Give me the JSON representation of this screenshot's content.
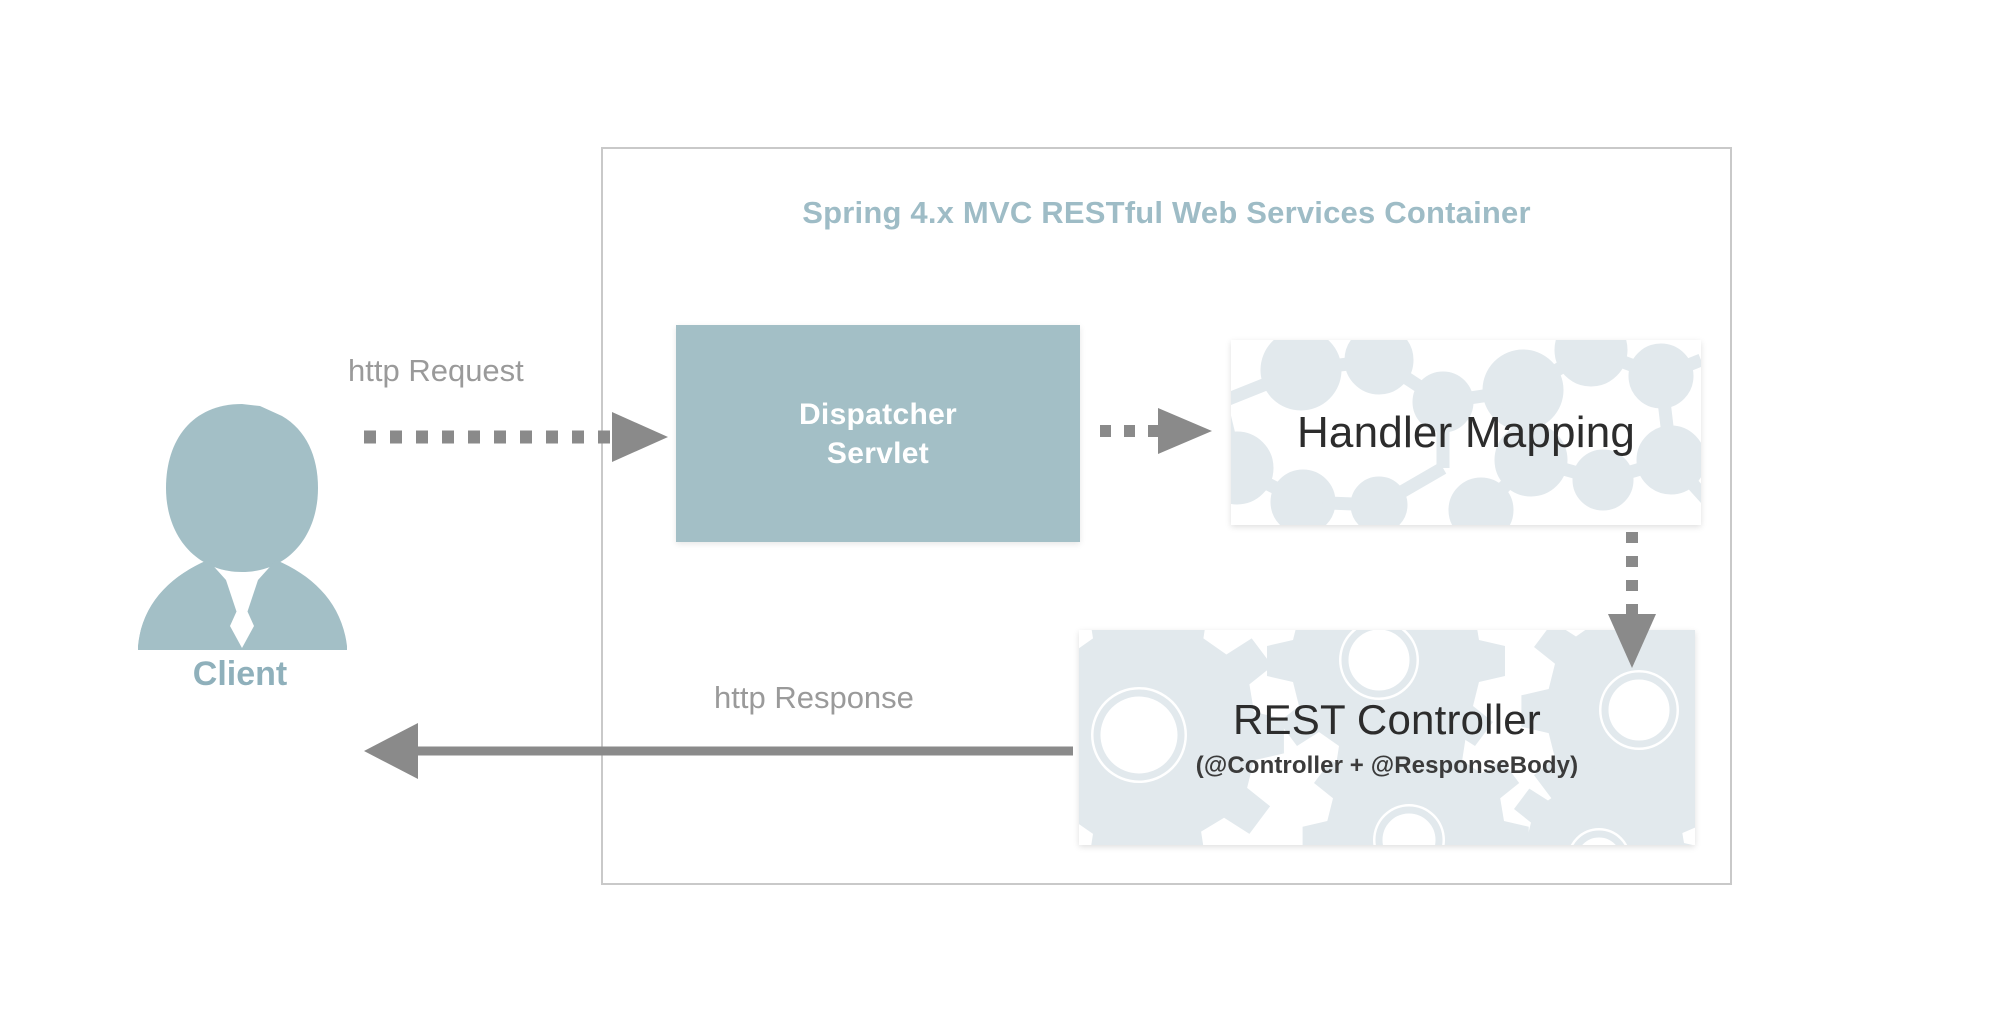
{
  "diagram": {
    "title": "Spring 4.x MVC RESTful Web Services Container",
    "background_color": "#ffffff",
    "accent_color": "#a3bfc6",
    "title_color": "#9ebcc6",
    "arrow_color": "#8a8a8a",
    "container_border_color": "#c9c9c9",
    "pattern_color": "#e2e9ed"
  },
  "client": {
    "label": "Client",
    "icon": "person-user-icon",
    "color": "#a3bfc6",
    "label_color": "#8fb0bb"
  },
  "nodes": {
    "dispatcher": {
      "line1": "Dispatcher",
      "line2": "Servlet",
      "fill": "#a3bfc6",
      "text_color": "#ffffff"
    },
    "handler_mapping": {
      "label": "Handler Mapping",
      "fill": "#ffffff",
      "pattern": "molecule-network-pattern",
      "text_color": "#2c2c2c"
    },
    "rest_controller": {
      "title": "REST Controller",
      "subtitle": "(@Controller + @ResponseBody)",
      "fill": "#ffffff",
      "pattern": "gear-cog-pattern",
      "text_color": "#2c2c2c"
    }
  },
  "edges": [
    {
      "id": "request",
      "label": "http Request",
      "from": "client",
      "to": "dispatcher",
      "style": "dotted",
      "direction": "right"
    },
    {
      "id": "dispatch-to-handler",
      "label": "",
      "from": "dispatcher",
      "to": "handler_mapping",
      "style": "dotted",
      "direction": "right"
    },
    {
      "id": "handler-to-controller",
      "label": "",
      "from": "handler_mapping",
      "to": "rest_controller",
      "style": "dotted",
      "direction": "down"
    },
    {
      "id": "response",
      "label": "http Response",
      "from": "rest_controller",
      "to": "client",
      "style": "solid",
      "direction": "left"
    }
  ]
}
